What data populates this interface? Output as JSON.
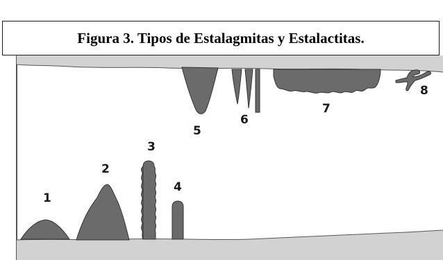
{
  "caption": "Figura 3. Tipos de Estalagmitas y Estalactitas.",
  "labels": [
    "1",
    "2",
    "3",
    "4",
    "5",
    "6",
    "7",
    "8"
  ],
  "colors": {
    "rock": "#6b6b6b",
    "rock_outline": "#333333",
    "floor_ceiling": "#d2d2d2",
    "frame": "#1a1a1a",
    "background": "#ffffff"
  }
}
